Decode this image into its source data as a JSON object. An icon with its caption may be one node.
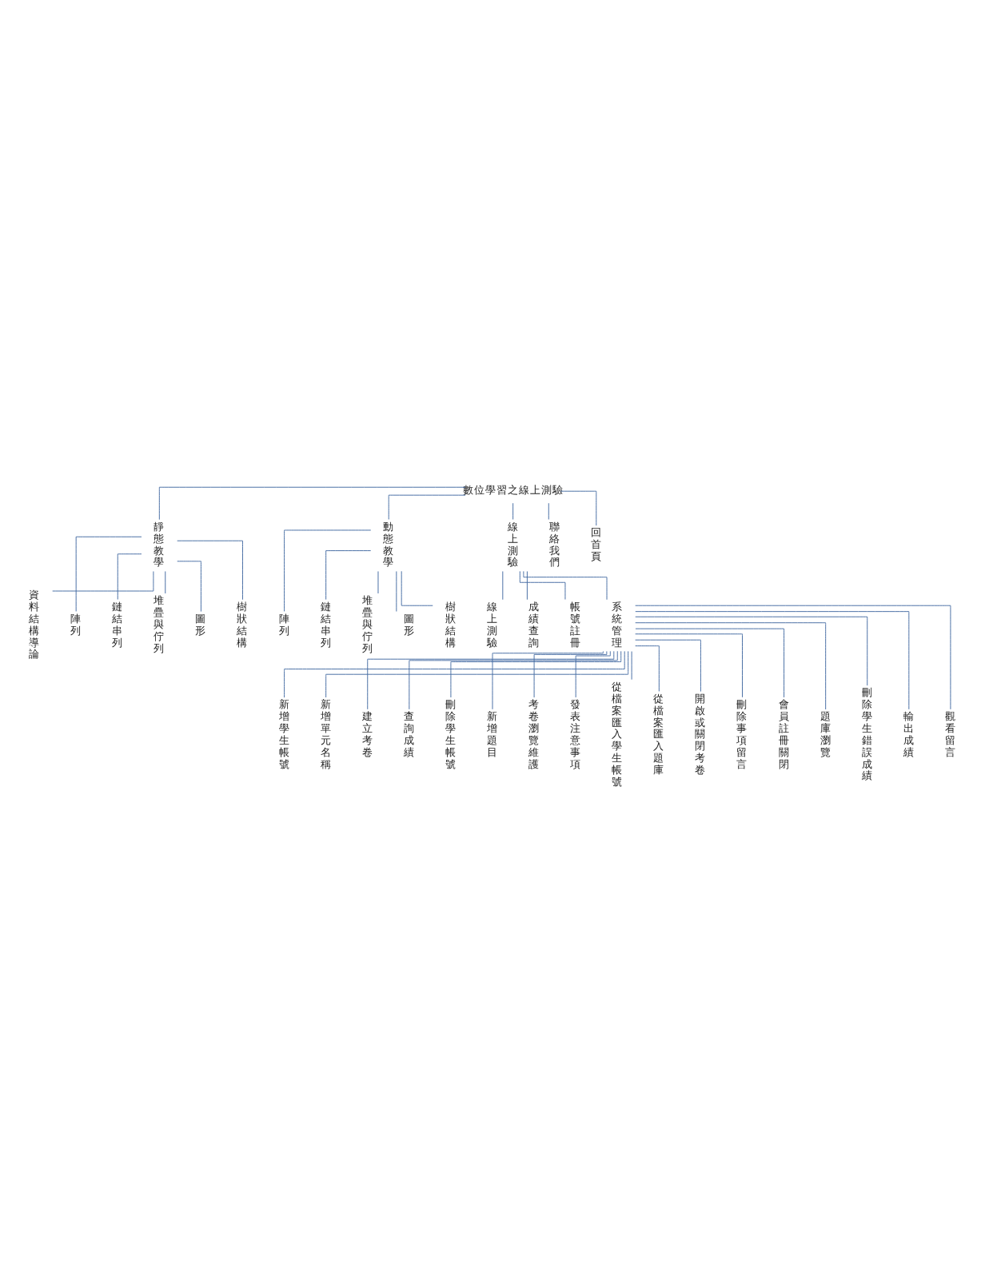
{
  "diagram": {
    "nodes": [
      {
        "text": [
          "數位學習之線上測驗"
        ]
      },
      {
        "text": [
          "靜態教學"
        ]
      },
      {
        "text": [
          "動態教學"
        ]
      },
      {
        "text": [
          "線上測驗"
        ]
      },
      {
        "text": [
          "聯絡我們"
        ]
      },
      {
        "text": [
          "回首頁"
        ]
      },
      {
        "text": [
          "資料結構導論"
        ]
      },
      {
        "text": [
          "陣列"
        ]
      },
      {
        "text": [
          "鏈結串列"
        ]
      },
      {
        "text": [
          "堆疊與佇列"
        ]
      },
      {
        "text": [
          "圖形"
        ]
      },
      {
        "text": [
          "樹狀結構"
        ]
      },
      {
        "text": [
          "陣列"
        ]
      },
      {
        "text": [
          "鏈結串列"
        ]
      },
      {
        "text": [
          "堆疊與佇列"
        ]
      },
      {
        "text": [
          "圖形"
        ]
      },
      {
        "text": [
          "樹狀結構"
        ]
      },
      {
        "text": [
          "線上測驗"
        ]
      },
      {
        "text": [
          "成績查詢"
        ]
      },
      {
        "text": [
          "帳號註冊"
        ]
      },
      {
        "text": [
          "系統管理"
        ]
      },
      {
        "text": [
          "新增學生帳號"
        ]
      },
      {
        "text": [
          "新增單元名稱"
        ]
      },
      {
        "text": [
          "建立考卷"
        ]
      },
      {
        "text": [
          "查詢成績"
        ]
      },
      {
        "text": [
          "刪除學生帳號"
        ]
      },
      {
        "text": [
          "新增題目"
        ]
      },
      {
        "text": [
          "考卷瀏覽維護"
        ]
      },
      {
        "text": [
          "發表注意事項"
        ]
      },
      {
        "text": [
          "從檔案匯入學生帳號"
        ]
      },
      {
        "text": [
          "從檔案匯入題庫"
        ]
      },
      {
        "text": [
          "開啟或關閉考卷"
        ]
      },
      {
        "text": [
          "刪除事項留言"
        ]
      },
      {
        "text": [
          "會員註冊關閉"
        ]
      },
      {
        "text": [
          "題庫瀏覽"
        ]
      },
      {
        "text": [
          "刪除學生錯誤成績"
        ]
      },
      {
        "text": [
          "輸出成績"
        ]
      },
      {
        "text": [
          "觀看留言"
        ]
      }
    ],
    "edges": [
      {
        "from": 0,
        "to": 1,
        "arrow": "none"
      },
      {
        "from": 0,
        "to": 2,
        "arrow": "none"
      },
      {
        "from": 0,
        "to": 3,
        "arrow": "none"
      },
      {
        "from": 0,
        "to": 4,
        "arrow": "none"
      },
      {
        "from": 0,
        "to": 5,
        "arrow": "none"
      },
      {
        "from": 1,
        "to": 6,
        "arrow": "none"
      },
      {
        "from": 1,
        "to": 7,
        "arrow": "none"
      },
      {
        "from": 1,
        "to": 8,
        "arrow": "none"
      },
      {
        "from": 1,
        "to": 9,
        "arrow": "none"
      },
      {
        "from": 1,
        "to": 10,
        "arrow": "none"
      },
      {
        "from": 1,
        "to": 11,
        "arrow": "none"
      },
      {
        "from": 2,
        "to": 12,
        "arrow": "none"
      },
      {
        "from": 2,
        "to": 13,
        "arrow": "none"
      },
      {
        "from": 2,
        "to": 14,
        "arrow": "none"
      },
      {
        "from": 2,
        "to": 15,
        "arrow": "none"
      },
      {
        "from": 2,
        "to": 16,
        "arrow": "none"
      },
      {
        "from": 3,
        "to": 17,
        "arrow": "none"
      },
      {
        "from": 3,
        "to": 18,
        "arrow": "none"
      },
      {
        "from": 3,
        "to": 19,
        "arrow": "none"
      },
      {
        "from": 3,
        "to": 20,
        "arrow": "none"
      },
      {
        "from": 20,
        "to": 21,
        "arrow": "none"
      },
      {
        "from": 20,
        "to": 22,
        "arrow": "none"
      },
      {
        "from": 20,
        "to": 23,
        "arrow": "none"
      },
      {
        "from": 20,
        "to": 24,
        "arrow": "none"
      },
      {
        "from": 20,
        "to": 25,
        "arrow": "none"
      },
      {
        "from": 20,
        "to": 26,
        "arrow": "none"
      },
      {
        "from": 20,
        "to": 27,
        "arrow": "none"
      },
      {
        "from": 20,
        "to": 28,
        "arrow": "none"
      },
      {
        "from": 20,
        "to": 29,
        "arrow": "none"
      },
      {
        "from": 20,
        "to": 30,
        "arrow": "none"
      },
      {
        "from": 20,
        "to": 31,
        "arrow": "none"
      },
      {
        "from": 20,
        "to": 32,
        "arrow": "none"
      },
      {
        "from": 20,
        "to": 33,
        "arrow": "none"
      },
      {
        "from": 20,
        "to": 34,
        "arrow": "none"
      },
      {
        "from": 20,
        "to": 35,
        "arrow": "none"
      },
      {
        "from": 20,
        "to": 36,
        "arrow": "none"
      },
      {
        "from": 20,
        "to": 37,
        "arrow": "none"
      }
    ]
  }
}
